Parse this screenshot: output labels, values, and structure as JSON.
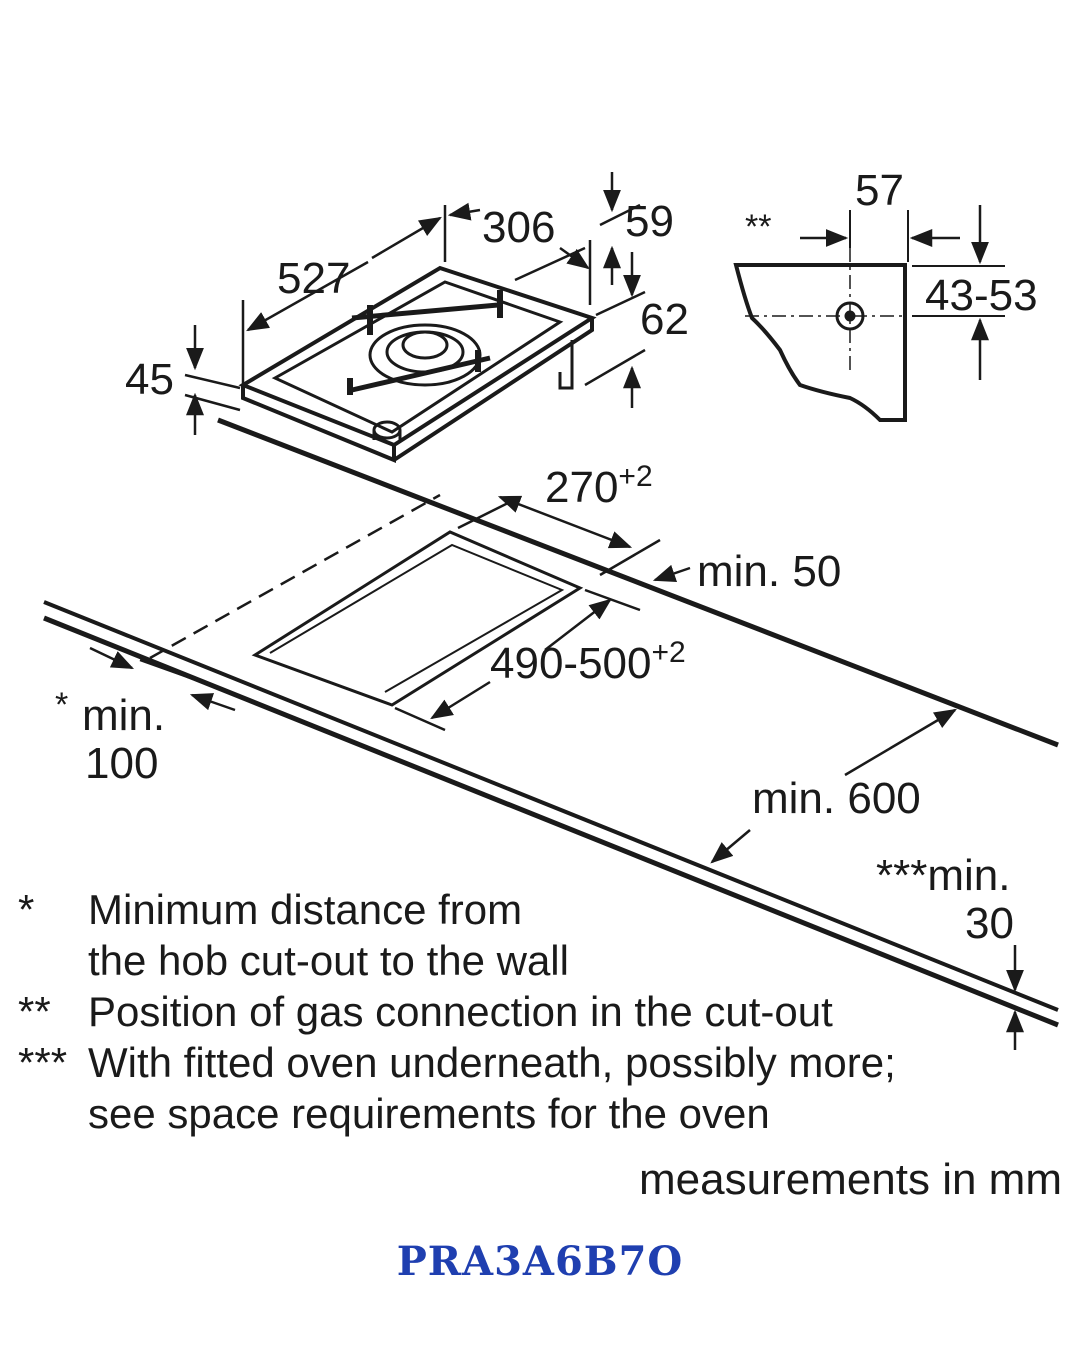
{
  "dimensions": {
    "width": "527",
    "depth": "306",
    "top_offset": "59",
    "height": "62",
    "thickness": "45",
    "gas_offset": "57",
    "gas_height": "43-53",
    "gas_marker": "**",
    "cutout_depth": "270",
    "cutout_depth_tol": "+2",
    "cutout_width": "490-500",
    "cutout_width_tol": "+2",
    "min_front": "min. 50",
    "min_wall_star": "*",
    "min_wall_label": "min.",
    "min_wall_value": "100",
    "min_depth": "min. 600",
    "min_oven_label": "***min.",
    "min_oven_value": "30"
  },
  "notes": [
    {
      "mark": "*",
      "text": "Minimum distance from\nthe hob cut-out to the wall"
    },
    {
      "mark": "**",
      "text": "Position of gas connection in the cut-out"
    },
    {
      "mark": "***",
      "text": "With fitted oven underneath, possibly more;\nsee space requirements for the oven"
    }
  ],
  "units_label": "measurements in mm",
  "model": "PRA3A6B7O",
  "colors": {
    "model_text": "#1f3fb0",
    "ink": "#1a1a1a"
  }
}
